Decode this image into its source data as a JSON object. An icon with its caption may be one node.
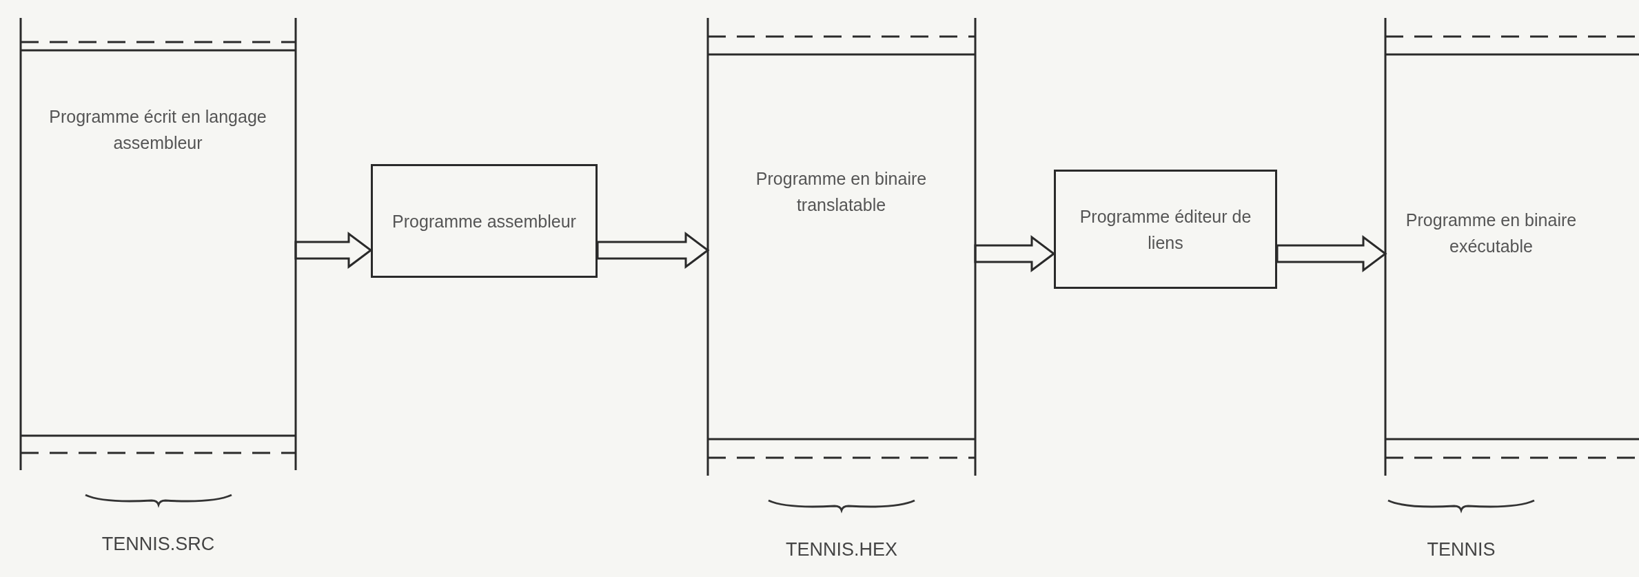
{
  "diagram": {
    "nodes": [
      {
        "text": [
          "Programme écrit en langage assembleur"
        ],
        "beside": [
          "TENNIS.SRC"
        ]
      },
      {
        "text": [
          "Programme assembleur"
        ]
      },
      {
        "text": [
          "Programme en binaire translatable"
        ],
        "beside": [
          "TENNIS.HEX"
        ]
      },
      {
        "text": [
          "Programme éditeur de liens"
        ]
      },
      {
        "text": [
          "Programme en binaire exécutable"
        ],
        "beside": [
          "TENNIS"
        ]
      }
    ],
    "edges": [
      {
        "from": 0,
        "to": 1,
        "arrow": "to"
      },
      {
        "from": 1,
        "to": 2,
        "arrow": "to"
      },
      {
        "from": 2,
        "to": 3,
        "arrow": "to"
      },
      {
        "from": 3,
        "to": 4,
        "arrow": "to"
      }
    ]
  }
}
